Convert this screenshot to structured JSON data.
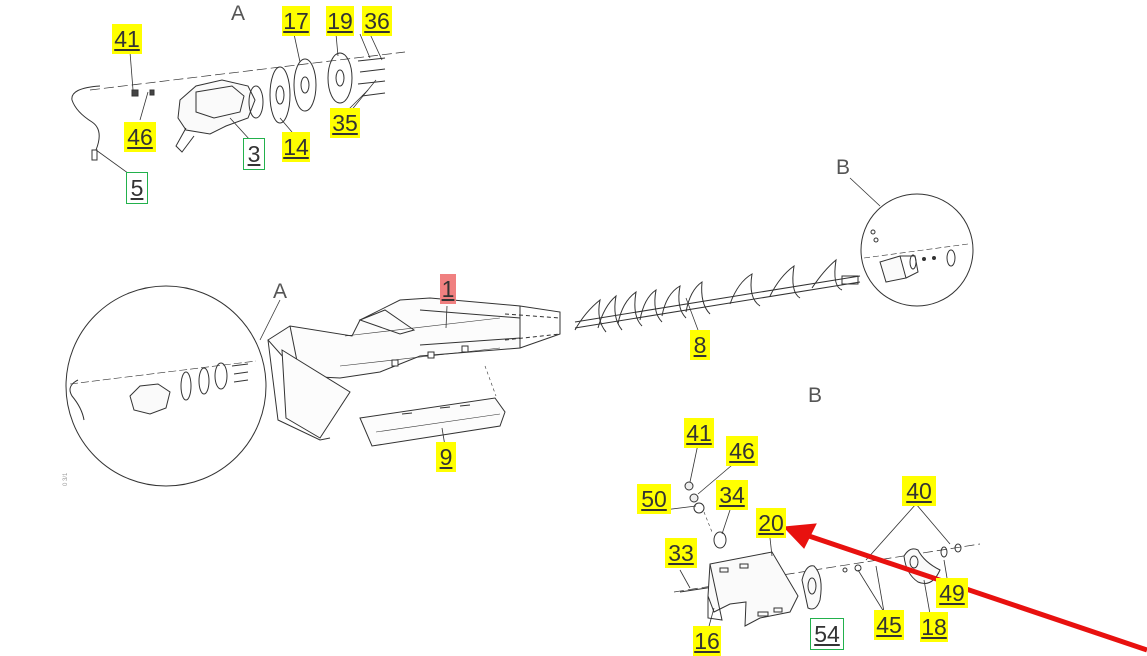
{
  "diagram": {
    "view_letters": {
      "top_a": "A",
      "circle_a": "A",
      "circle_b": "B",
      "detail_b": "B"
    },
    "side_code": "0 3/1",
    "colors": {
      "yellow": "#ffff00",
      "pink": "#f08080",
      "green_border": "#22b14c",
      "arrow": "#e8110f",
      "line": "#333333"
    },
    "labels": [
      {
        "id": "41a",
        "text": "41",
        "hl": "yellow"
      },
      {
        "id": "46a",
        "text": "46",
        "hl": "yellow"
      },
      {
        "id": "17",
        "text": "17",
        "hl": "yellow"
      },
      {
        "id": "19",
        "text": "19",
        "hl": "yellow"
      },
      {
        "id": "36",
        "text": "36",
        "hl": "yellow"
      },
      {
        "id": "35",
        "text": "35",
        "hl": "yellow"
      },
      {
        "id": "14",
        "text": "14",
        "hl": "yellow"
      },
      {
        "id": "3",
        "text": "3",
        "hl": "green"
      },
      {
        "id": "5",
        "text": "5",
        "hl": "green"
      },
      {
        "id": "1",
        "text": "1",
        "hl": "pink"
      },
      {
        "id": "8",
        "text": "8",
        "hl": "yellow"
      },
      {
        "id": "9",
        "text": "9",
        "hl": "yellow"
      },
      {
        "id": "41b",
        "text": "41",
        "hl": "yellow"
      },
      {
        "id": "46b",
        "text": "46",
        "hl": "yellow"
      },
      {
        "id": "50",
        "text": "50",
        "hl": "yellow"
      },
      {
        "id": "34",
        "text": "34",
        "hl": "yellow"
      },
      {
        "id": "20",
        "text": "20",
        "hl": "yellow"
      },
      {
        "id": "40",
        "text": "40",
        "hl": "yellow"
      },
      {
        "id": "33",
        "text": "33",
        "hl": "yellow"
      },
      {
        "id": "16",
        "text": "16",
        "hl": "yellow"
      },
      {
        "id": "54",
        "text": "54",
        "hl": "green"
      },
      {
        "id": "45",
        "text": "45",
        "hl": "yellow"
      },
      {
        "id": "18",
        "text": "18",
        "hl": "yellow"
      },
      {
        "id": "49",
        "text": "49",
        "hl": "yellow"
      }
    ]
  }
}
